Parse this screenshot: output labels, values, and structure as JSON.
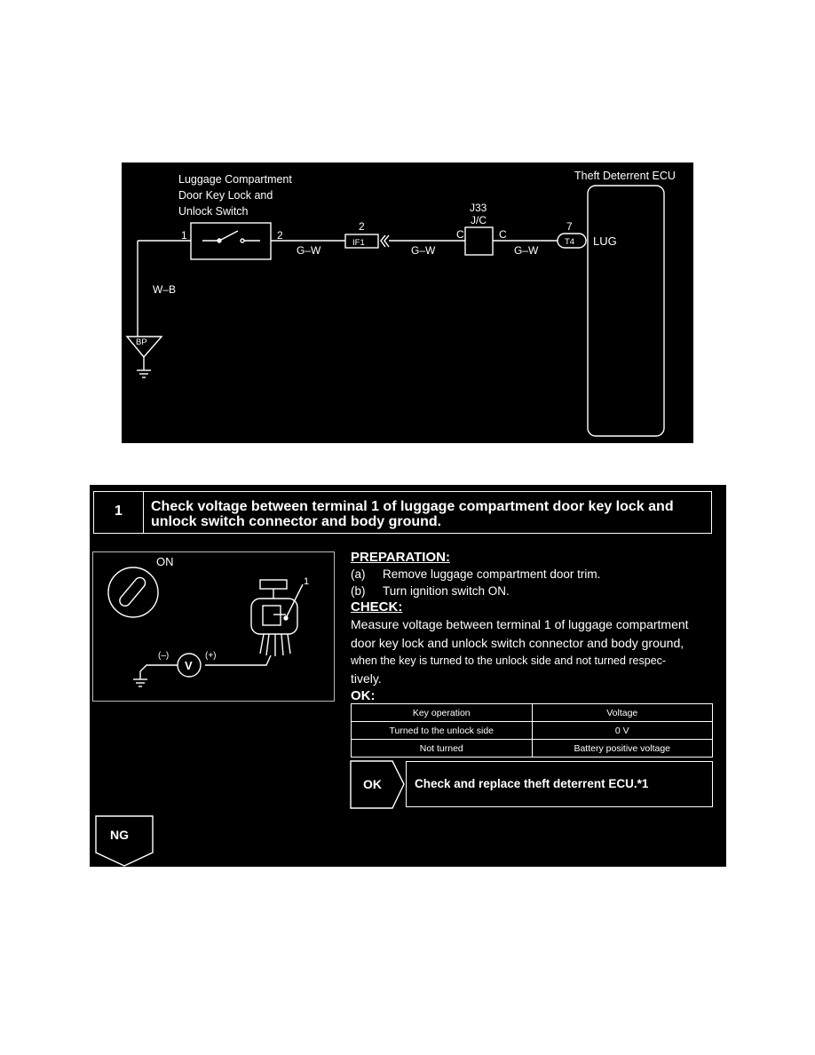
{
  "wiring_diagram": {
    "switch_label_lines": [
      "Luggage Compartment",
      "Door Key Lock and",
      "Unlock Switch"
    ],
    "ecu_label": "Theft Deterrent ECU",
    "switch_pin_left": "1",
    "switch_pin_right": "2",
    "wire_ground": "W–B",
    "wire_segments": [
      "G–W",
      "G–W",
      "G–W"
    ],
    "ground_label": "BP",
    "connector_if1_pin": "2",
    "connector_if1_label": "IF1",
    "junction_code": "J33",
    "junction_label": "J/C",
    "junction_pin_in": "C",
    "junction_pin_out": "C",
    "ecu_pin_number": "7",
    "ecu_connector": "T4",
    "ecu_terminal": "LUG"
  },
  "step": {
    "number": "1",
    "title_line1": "Check voltage between terminal 1 of luggage compartment door key lock and",
    "title_line2": "unlock switch connector and body ground.",
    "illustration": {
      "switch_state": "ON",
      "terminal_callout": "1",
      "meter_symbol": "V",
      "minus_lead": "(–)",
      "plus_lead": "(+)"
    },
    "preparation_label": "PREPARATION:",
    "preparation_steps": [
      {
        "label": "(a)",
        "text": "Remove luggage compartment door trim."
      },
      {
        "label": "(b)",
        "text": "Turn ignition switch ON."
      }
    ],
    "check_label": "CHECK:",
    "check_text_line1": "Measure voltage between terminal 1 of luggage compartment",
    "check_text_line2": "door key lock and unlock switch connector and body ground,",
    "check_text_line3": "when the key is turned to the unlock side and not turned respec-",
    "check_text_line4": "tively.",
    "ok_label": "OK:",
    "table": {
      "headers": [
        "Key operation",
        "Voltage"
      ],
      "rows": [
        [
          "Turned to the unlock side",
          "0 V"
        ],
        [
          "Not turned",
          "Battery positive voltage"
        ]
      ]
    },
    "ok_result_label": "OK",
    "ok_result_text": "Check and replace theft deterrent ECU.*1",
    "ng_label": "NG"
  }
}
